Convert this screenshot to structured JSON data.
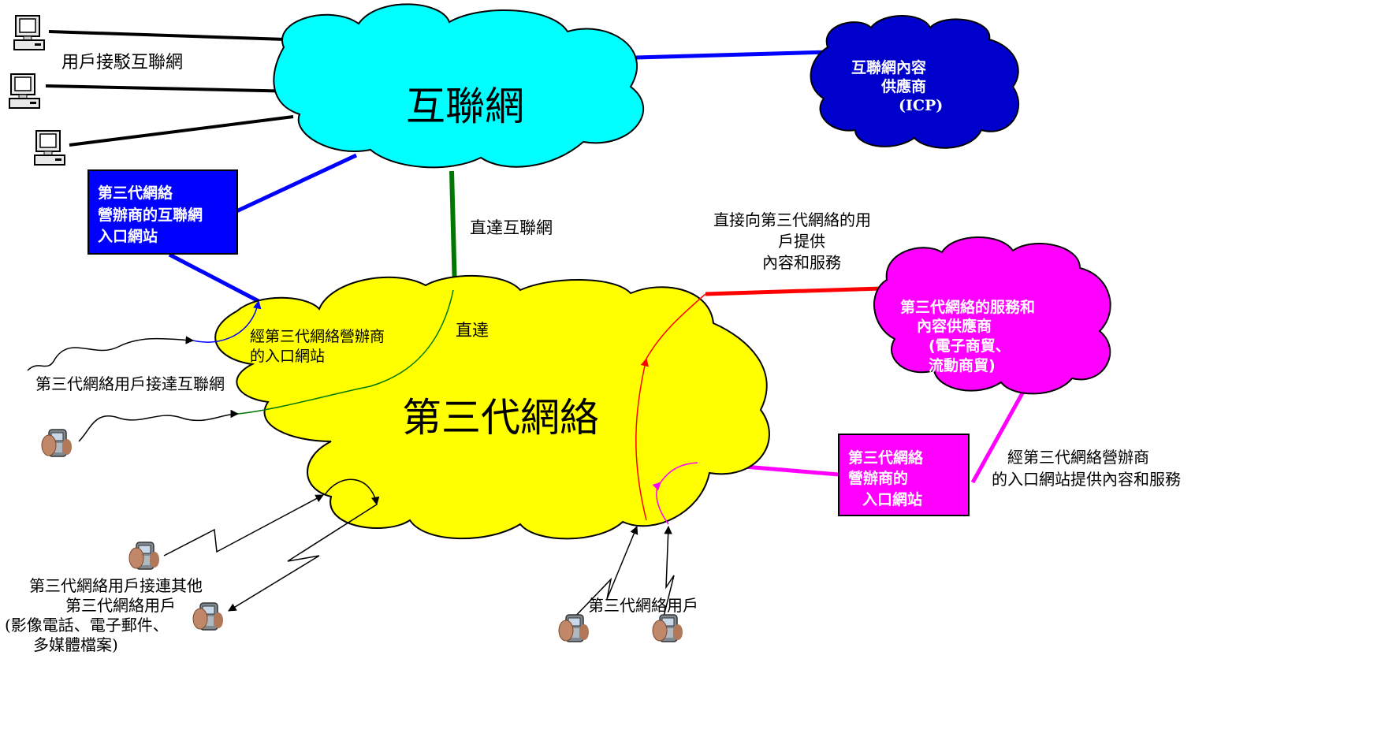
{
  "clouds": {
    "internet": {
      "label": "互聯網",
      "color": "#00ffff"
    },
    "icp": {
      "lines": [
        "互聯網內容",
        "供應商",
        "(ICP)"
      ],
      "color": "#0000cc"
    },
    "network3g": {
      "label": "第三代網絡",
      "color": "#ffff00"
    },
    "service_provider": {
      "lines": [
        "第三代網絡的服務和",
        "內容供應商",
        "(電子商貿、",
        "流動商貿)"
      ],
      "color": "#ff00ff"
    }
  },
  "boxes": {
    "operator_portal": {
      "lines": [
        "第三代網絡",
        "營辦商的互聯網",
        "入口網站"
      ],
      "color": "#0000ff"
    },
    "operator_portal_2": {
      "lines": [
        "第三代網絡",
        "營辦商的",
        "入口網站"
      ],
      "color": "#ff00ff"
    }
  },
  "labels": {
    "user_access_internet": "用戶接駁互聯網",
    "direct_internet": "直達互聯網",
    "direct_to_users": [
      "直接向第三代網絡的用",
      "戶提供",
      "內容和服務"
    ],
    "direct": "直達",
    "via_portal": [
      "經第三代網絡營辦商",
      "的入口網站"
    ],
    "users_to_internet": "第三代網絡用戶接達互聯網",
    "via_portal_services": [
      "經第三代網絡營辦商",
      "的入口網站提供內容和服務"
    ],
    "users_to_users": [
      "第三代網絡用戶接連其他",
      "第三代網絡用戶",
      "(影像電話、電子郵件、",
      "多媒體檔案)"
    ],
    "users_3g": "第三代網絡用戶"
  },
  "link_colors": {
    "black": "#000000",
    "blue": "#0000ff",
    "green": "#007700",
    "red": "#ff0000",
    "magenta": "#ff00ff"
  },
  "icons": [
    "computer-icon",
    "mobile-phone-icon"
  ]
}
